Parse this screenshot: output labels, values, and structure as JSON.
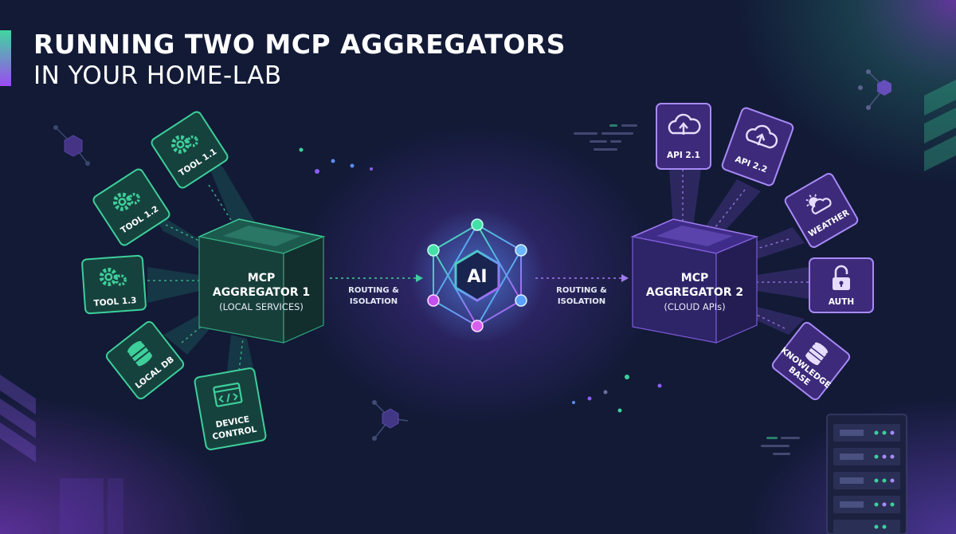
{
  "title": {
    "line1": "RUNNING TWO MCP AGGREGATORS",
    "line2": "IN YOUR HOME-LAB"
  },
  "colors": {
    "background": "#121a36",
    "green": "#3ecf9a",
    "purple": "#8b5cf6",
    "title_bar": "#41d6a0"
  },
  "aggregator1": {
    "name_line1": "MCP",
    "name_line2": "AGGREGATOR 1",
    "subtitle": "(LOCAL SERVICES)",
    "items": [
      {
        "label": "TOOL 1.1",
        "icon": "gears-icon"
      },
      {
        "label": "TOOL 1.2",
        "icon": "gears-icon"
      },
      {
        "label": "TOOL 1.3",
        "icon": "gears-icon"
      },
      {
        "label": "LOCAL DB",
        "icon": "database-icon"
      },
      {
        "label_line1": "DEVICE",
        "label_line2": "CONTROL",
        "icon": "code-window-icon"
      }
    ]
  },
  "aggregator2": {
    "name_line1": "MCP",
    "name_line2": "AGGREGATOR 2",
    "subtitle": "(CLOUD APIs)",
    "items": [
      {
        "label": "API 2.1",
        "icon": "cloud-upload-icon"
      },
      {
        "label": "API 2.2",
        "icon": "cloud-upload-icon"
      },
      {
        "label": "WEATHER",
        "icon": "weather-icon"
      },
      {
        "label": "AUTH",
        "icon": "lock-icon"
      },
      {
        "label_line1": "KNOWLEDGE",
        "label_line2": "BASE",
        "icon": "database-icon"
      }
    ]
  },
  "hub": {
    "label": "AI"
  },
  "routes": {
    "left": {
      "line1": "ROUTING &",
      "line2": "ISOLATION"
    },
    "right": {
      "line1": "ROUTING &",
      "line2": "ISOLATION"
    }
  }
}
